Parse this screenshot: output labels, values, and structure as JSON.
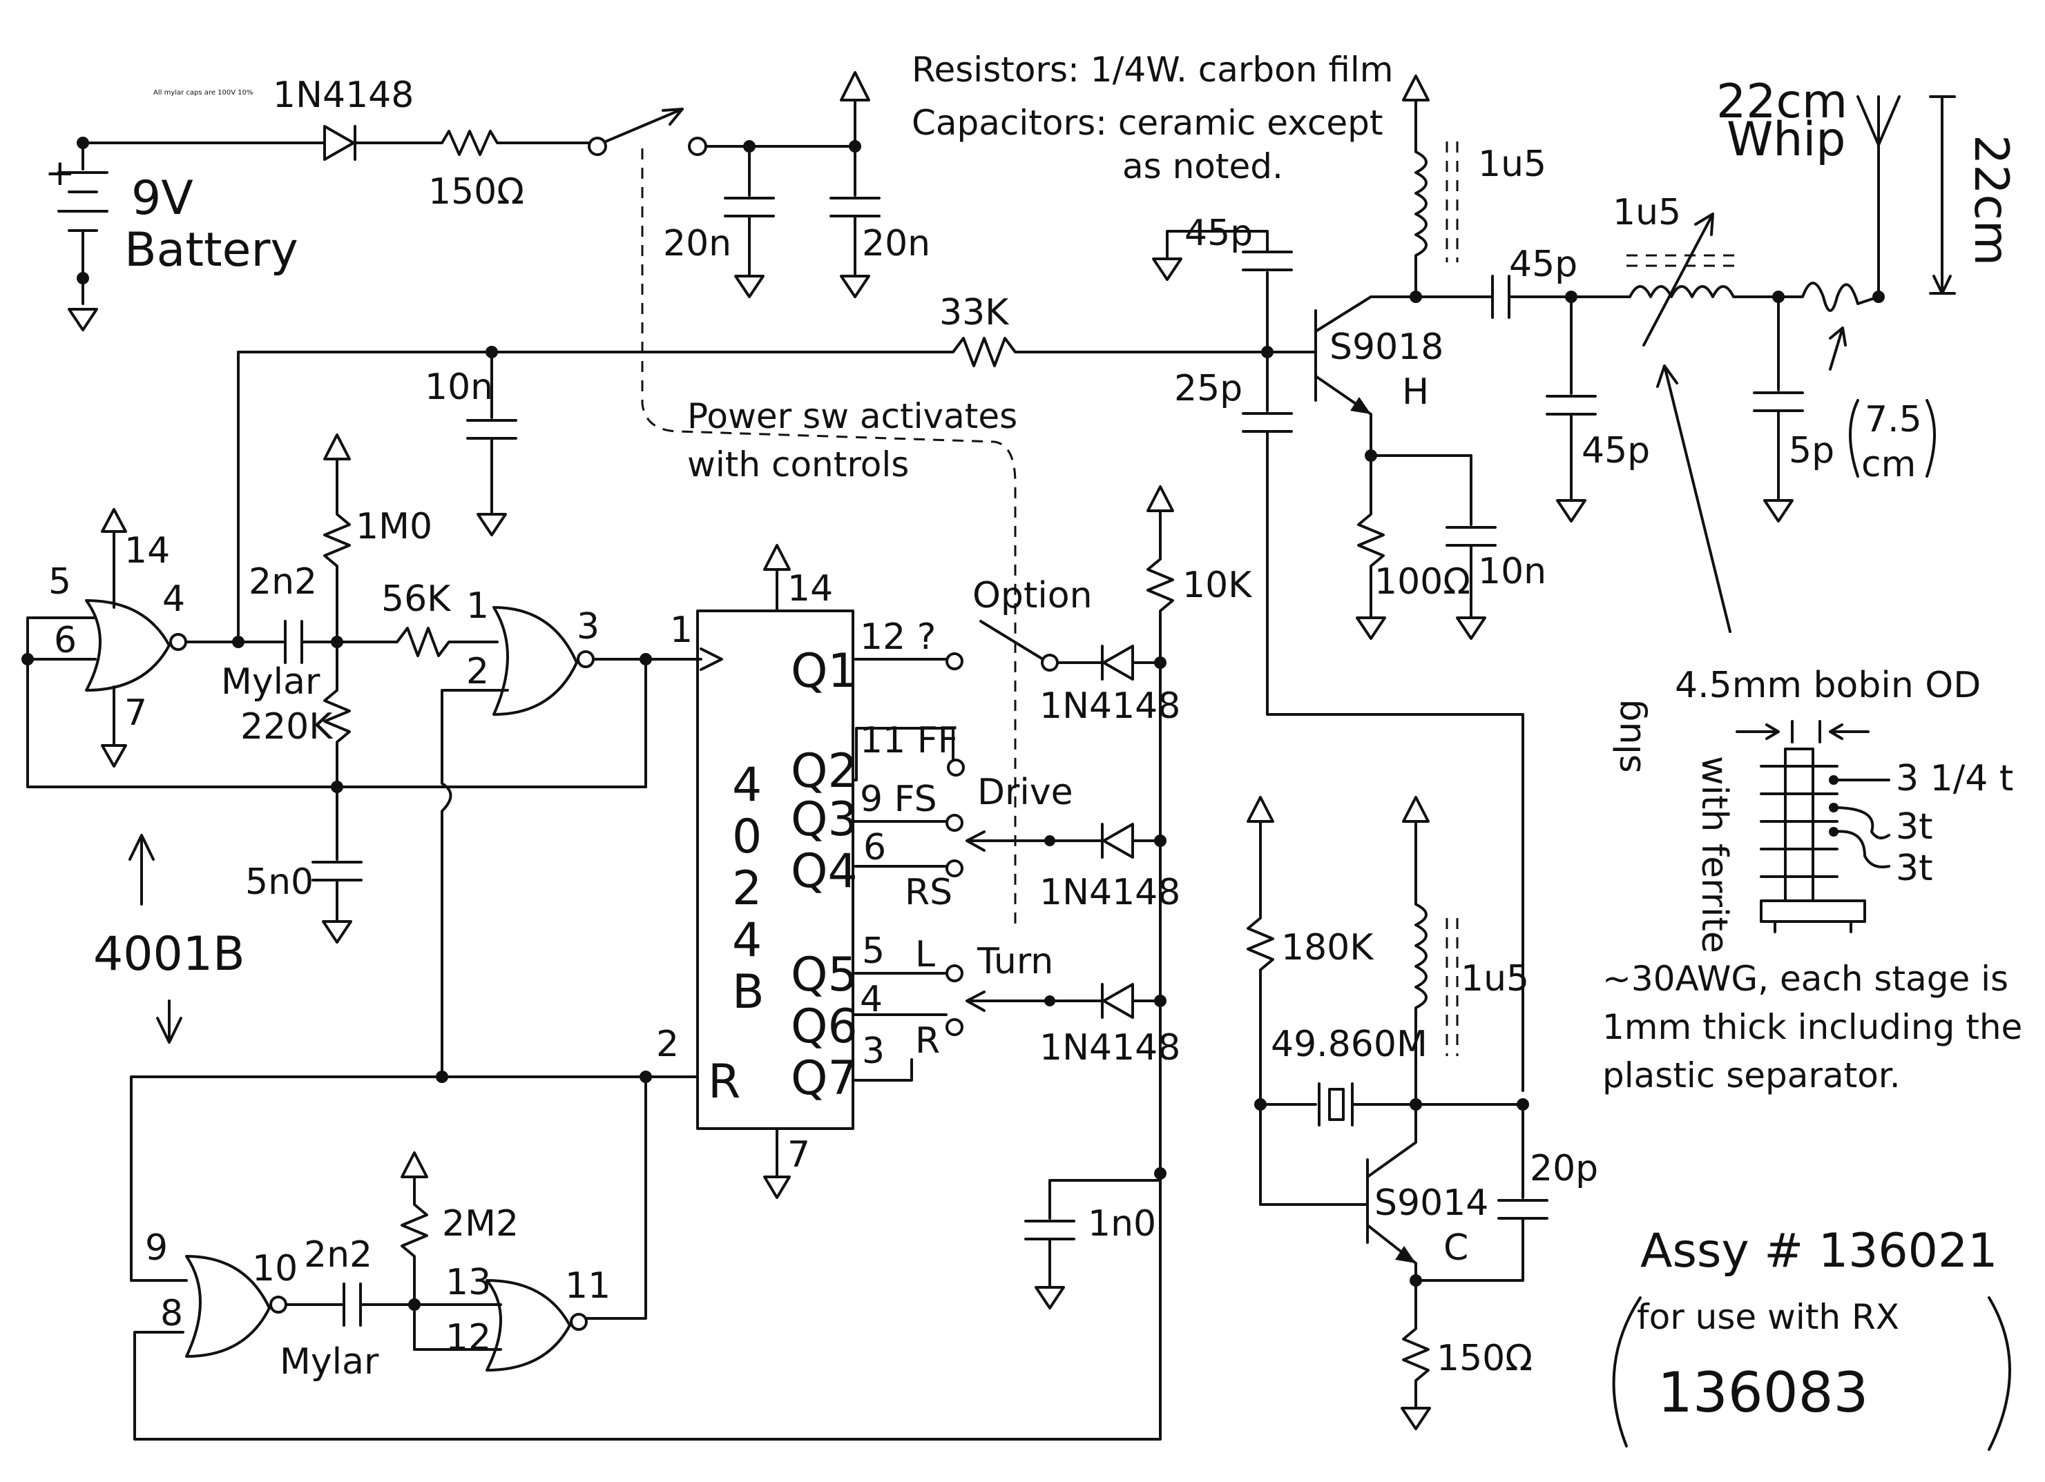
{
  "notes": {
    "mylar_caps": "All mylar caps are 100V 10%",
    "resistors": "Resistors: 1/4W. carbon film",
    "capacitors_1": "Capacitors: ceramic except",
    "capacitors_2": "as noted.",
    "power_switch_1": "Power sw activates",
    "power_switch_2": "with controls",
    "wire_1": "~30AWG, each stage is",
    "wire_2": "1mm thick including the",
    "wire_3": "plastic separator.",
    "assy_1": "Assy # 136021",
    "assy_2": "for use with RX",
    "assy_3": "136083"
  },
  "battery": {
    "label_1": "9V",
    "label_2": "Battery",
    "plus": "+"
  },
  "parts": {
    "d_in": "1N4148",
    "r_150_top": "150Ω",
    "c_20n_a": "20n",
    "c_20n_b": "20n",
    "r_33k": "33K",
    "c_10n_left": "10n",
    "r_1m0": "1M0",
    "c_2n2_a": "2n2",
    "mylar_a": "Mylar",
    "r_56k": "56K",
    "r_220k": "220K",
    "c_5n0": "5n0",
    "ic_4001b": "4001B",
    "ic_4024b": [
      "4",
      "0",
      "2",
      "4",
      "B"
    ],
    "c_2n2_b": "2n2",
    "mylar_b": "Mylar",
    "r_2m2": "2M2",
    "r_10k": "10K",
    "d_opt": "1N4148",
    "d_drv": "1N4148",
    "d_turn": "1N4148",
    "c_1n0": "1n0",
    "l_1u5_a": "1u5",
    "c_45p_a": "45p",
    "c_45p_b": "45p",
    "c_45p_c": "45p",
    "c_25p": "25p",
    "q_s9018": "S9018",
    "q_s9018_h": "H",
    "r_100": "100Ω",
    "c_10n_right": "10n",
    "l_1u5_b": "1u5",
    "c_5p": "5p",
    "whip_1": "22cm",
    "whip_2": "Whip",
    "len_22": "22cm",
    "len_75_1": "7.5",
    "len_75_2": "cm",
    "r_180k": "180K",
    "l_1u5_c": "1u5",
    "xtal": "49.860M",
    "q_s9014": "S9014",
    "q_s9014_c": "C",
    "c_20p": "20p",
    "r_150_bot": "150Ω"
  },
  "pins": {
    "g1_in_a": "5",
    "g1_in_b": "6",
    "g1_out": "4",
    "g1_vdd": "14",
    "g1_vss": "7",
    "g2_in_a": "1",
    "g2_in_b": "2",
    "g2_out": "3",
    "g3_in_a": "9",
    "g3_in_b": "8",
    "g3_out": "10",
    "g4_in_a": "13",
    "g4_in_b": "12",
    "g4_out": "11",
    "ic_vdd": "14",
    "ic_vss": "7",
    "ic_clk": "1",
    "ic_rst": "2"
  },
  "counter": {
    "outputs": [
      "Q1",
      "Q2",
      "Q3",
      "Q4",
      "Q5",
      "Q6",
      "Q7"
    ],
    "reset": "R",
    "pin_q1": "12 ?",
    "pin_q2": "11 FF",
    "pin_q3": "9 FS",
    "pin_q4": "6",
    "pin_q4_label": "RS",
    "pin_q5": "5",
    "pin_q5_label": "L",
    "pin_q6": "4",
    "pin_q6_label": "R",
    "pin_q7": "3"
  },
  "switches": {
    "option": "Option",
    "drive": "Drive",
    "turn": "Turn"
  },
  "coil": {
    "bobbin": "4.5mm bobin OD",
    "slug": "slug",
    "with_ferrite": "with ferrite",
    "t1": "3 1/4 t",
    "t2": "3t",
    "t3": "3t"
  }
}
